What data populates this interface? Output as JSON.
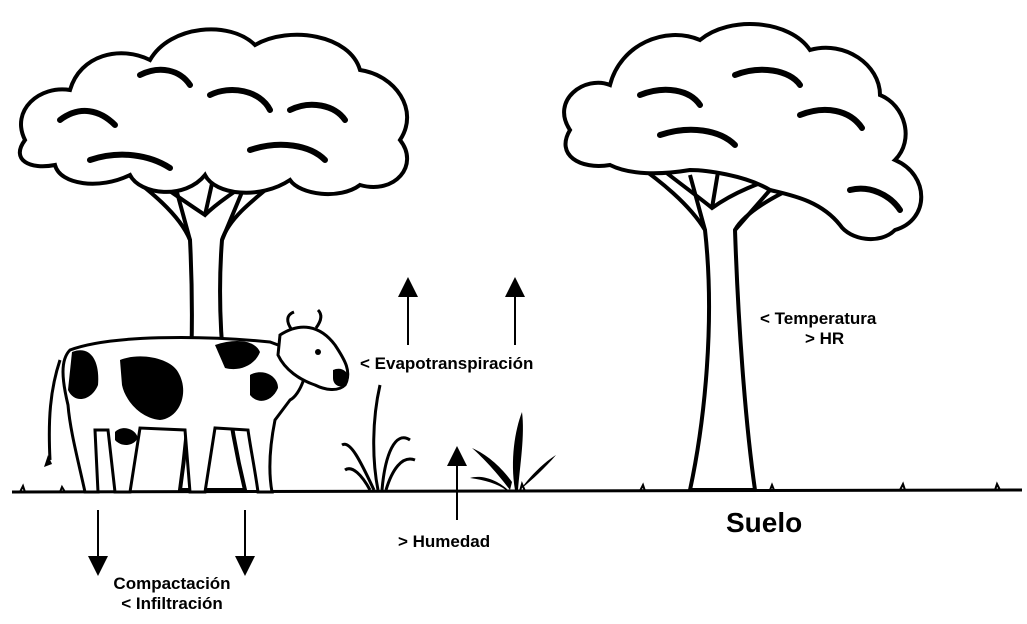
{
  "labels": {
    "temperature_lower": "< Temperatura",
    "humidity_higher": "> HR",
    "evapotranspiration": "< Evapotranspiración",
    "soil_moisture": "> Humedad",
    "soil": "Suelo",
    "compaction": "Compactación",
    "infiltration": "< Infiltración"
  },
  "colors": {
    "ink": "#000000",
    "background": "#ffffff"
  }
}
